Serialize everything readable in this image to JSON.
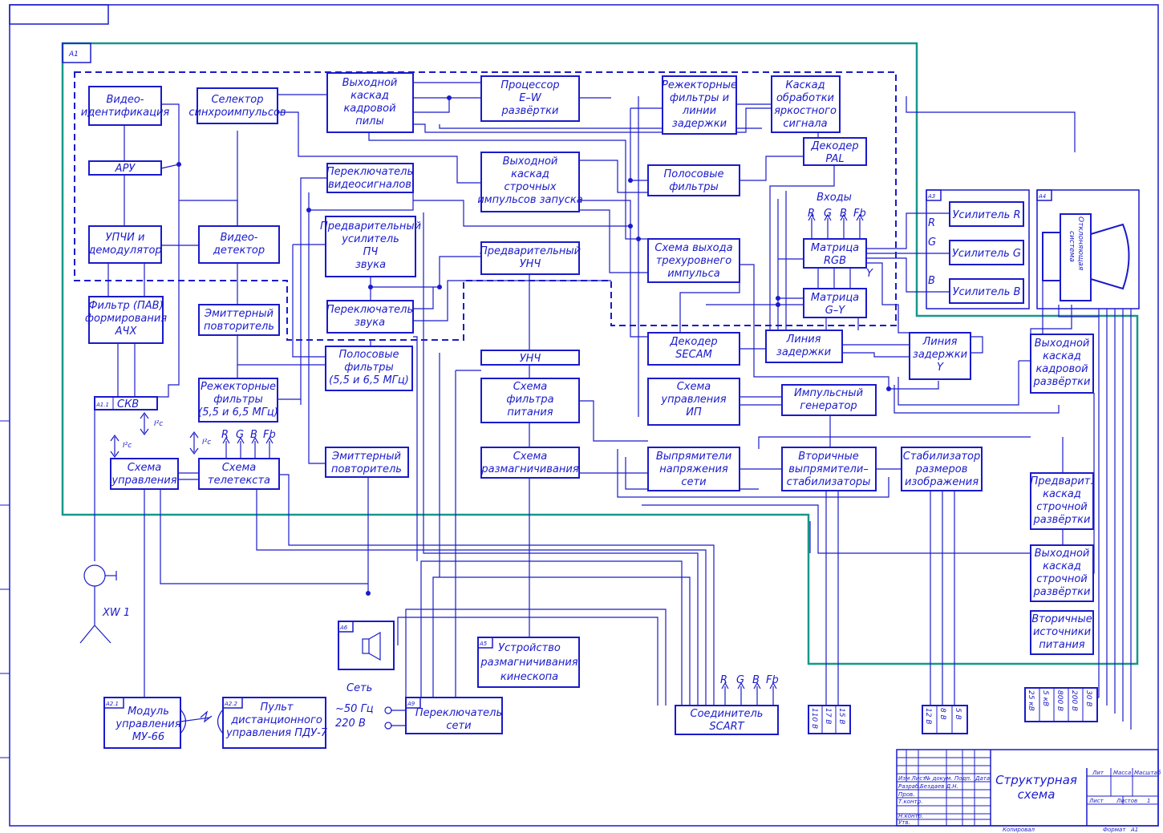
{
  "colors": {
    "ink": "#1a1acc",
    "teal": "#16988a",
    "background": "#ffffff"
  },
  "modules": {
    "a1": "A1",
    "a3": "A3",
    "a4": "A4",
    "a5": "A5",
    "a6": "A6",
    "a9": "A9",
    "a11": "A1.1",
    "a21": "A2.1",
    "a22": "A2.2"
  },
  "blocks": {
    "video_ident": [
      "Видео-",
      "идентификация"
    ],
    "aru": [
      "АРУ"
    ],
    "upchi": [
      "УПЧИ и",
      "демодулятор"
    ],
    "filter_pav": [
      "Фильтр (ПАВ)",
      "формирования",
      "АЧХ"
    ],
    "skv": [
      "СКВ"
    ],
    "control_scheme": [
      "Схема",
      "управления"
    ],
    "sync_selector": [
      "Селектор",
      "синхроимпульсов"
    ],
    "video_detector": [
      "Видео-",
      "детектор"
    ],
    "emitter_follower_1": [
      "Эмиттерный",
      "повторитель"
    ],
    "notch_filters_1": [
      "Режекторные",
      "фильтры",
      "(5,5 и 6,5 МГц)"
    ],
    "teletext": [
      "Схема",
      "телетекста"
    ],
    "frame_output": [
      "Выходной",
      "каскад",
      "кадровой",
      "пилы"
    ],
    "video_switch": [
      "Переключатель",
      "видеосигналов"
    ],
    "preamp_pch": [
      "Предварительный",
      "усилитель",
      "ПЧ",
      "звука"
    ],
    "sound_switch": [
      "Переключатель",
      "звука"
    ],
    "bandpass_1": [
      "Полосовые",
      "фильтры",
      "(5,5 и 6,5 МГц)"
    ],
    "emitter_follower_2": [
      "Эмиттерный",
      "повторитель"
    ],
    "ew_processor": [
      "Процессор",
      "E–W",
      "развёртки"
    ],
    "line_output_trigger": [
      "Выходной",
      "каскад",
      "строчных",
      "импульсов запуска"
    ],
    "preamp_unch": [
      "Предварительный",
      "УНЧ"
    ],
    "unch": [
      "УНЧ"
    ],
    "power_filter": [
      "Схема",
      "фильтра",
      "питания"
    ],
    "degauss_scheme": [
      "Схема",
      "размагничивания"
    ],
    "notch_delay": [
      "Режекторные",
      "фильтры и",
      "линии",
      "задержки"
    ],
    "luma_stage": [
      "Каскад",
      "обработки",
      "яркостного",
      "сигнала"
    ],
    "pal_decoder": [
      "Декодер",
      "PAL"
    ],
    "bandpass_2": [
      "Полосовые",
      "фильтры"
    ],
    "three_level": [
      "Схема выхода",
      "трехуровнего",
      "импульса"
    ],
    "rgb_matrix": [
      "Матрица",
      "RGB"
    ],
    "gy_matrix": [
      "Матрица",
      "G–Y"
    ],
    "secam_decoder": [
      "Декодер",
      "SECAM"
    ],
    "delay_line": [
      "Линия",
      "задержки"
    ],
    "delay_line_y": [
      "Линия",
      "задержки",
      "Y"
    ],
    "ip_control": [
      "Схема",
      "управления",
      "ИП"
    ],
    "pulse_gen": [
      "Импульсный",
      "генератор"
    ],
    "mains_rectifiers": [
      "Выпрямители",
      "напряжения",
      "сети"
    ],
    "secondary_rect": [
      "Вторичные",
      "выпрямители–",
      "стабилизаторы"
    ],
    "size_stabilizer": [
      "Стабилизатор",
      "размеров",
      "изображения"
    ],
    "amp_r": [
      "Усилитель R"
    ],
    "amp_g": [
      "Усилитель G"
    ],
    "amp_b": [
      "Усилитель B"
    ],
    "deflection_system": [
      "Отклоняющая",
      "система"
    ],
    "frame_scan_output": [
      "Выходной",
      "каскад",
      "кадровой",
      "развёртки"
    ],
    "line_prestage": [
      "Предварит.",
      "каскад",
      "строчной",
      "развёртки"
    ],
    "line_output": [
      "Выходной",
      "каскад",
      "строчной",
      "развёртки"
    ],
    "secondary_sources": [
      "Вторичные",
      "источники",
      "питания"
    ],
    "degauss_device": [
      "Устройство",
      "размагничивания",
      "кинескопа"
    ],
    "mains_switch": [
      "Переключатель",
      "сети"
    ],
    "control_module": [
      "Модуль",
      "управления",
      "МУ-66"
    ],
    "remote": [
      "Пульт",
      "дистанционного",
      "управления ПДУ-7"
    ],
    "scart": [
      "Соединитель",
      "SCART"
    ]
  },
  "labels": {
    "inputs": "Входы",
    "r": "R",
    "g": "G",
    "b": "B",
    "fb": "Fb",
    "y": "Y",
    "i2c": "I²c",
    "xw1": "XW 1",
    "mains": [
      "Сеть",
      "~50 Гц",
      "220 В"
    ],
    "v_out_1": [
      "110 В",
      "17 В",
      "15 В"
    ],
    "v_out_2": [
      "12 В",
      "8 В",
      "5 В"
    ],
    "v_out_3": [
      "25 кВ",
      "5 кВ",
      "800 В",
      "200 В",
      "30 В"
    ]
  },
  "title_block": {
    "title": [
      "Структурная",
      "схема"
    ],
    "col_lit": "Лит",
    "col_mass": "Масса",
    "col_scale": "Масштаб",
    "sheet": "Лист",
    "sheets": "Листов",
    "sheets_count": "1",
    "rows": [
      "Изм Лист",
      "№ докум.",
      "Подп.",
      "Дата",
      "Разраб.",
      "Бездаев Д.Н.",
      "Пров.",
      "Т.контр.",
      "Н.контр.",
      "Утв."
    ],
    "copied": "Копировал",
    "format": "Формат",
    "format_value": "A1"
  }
}
